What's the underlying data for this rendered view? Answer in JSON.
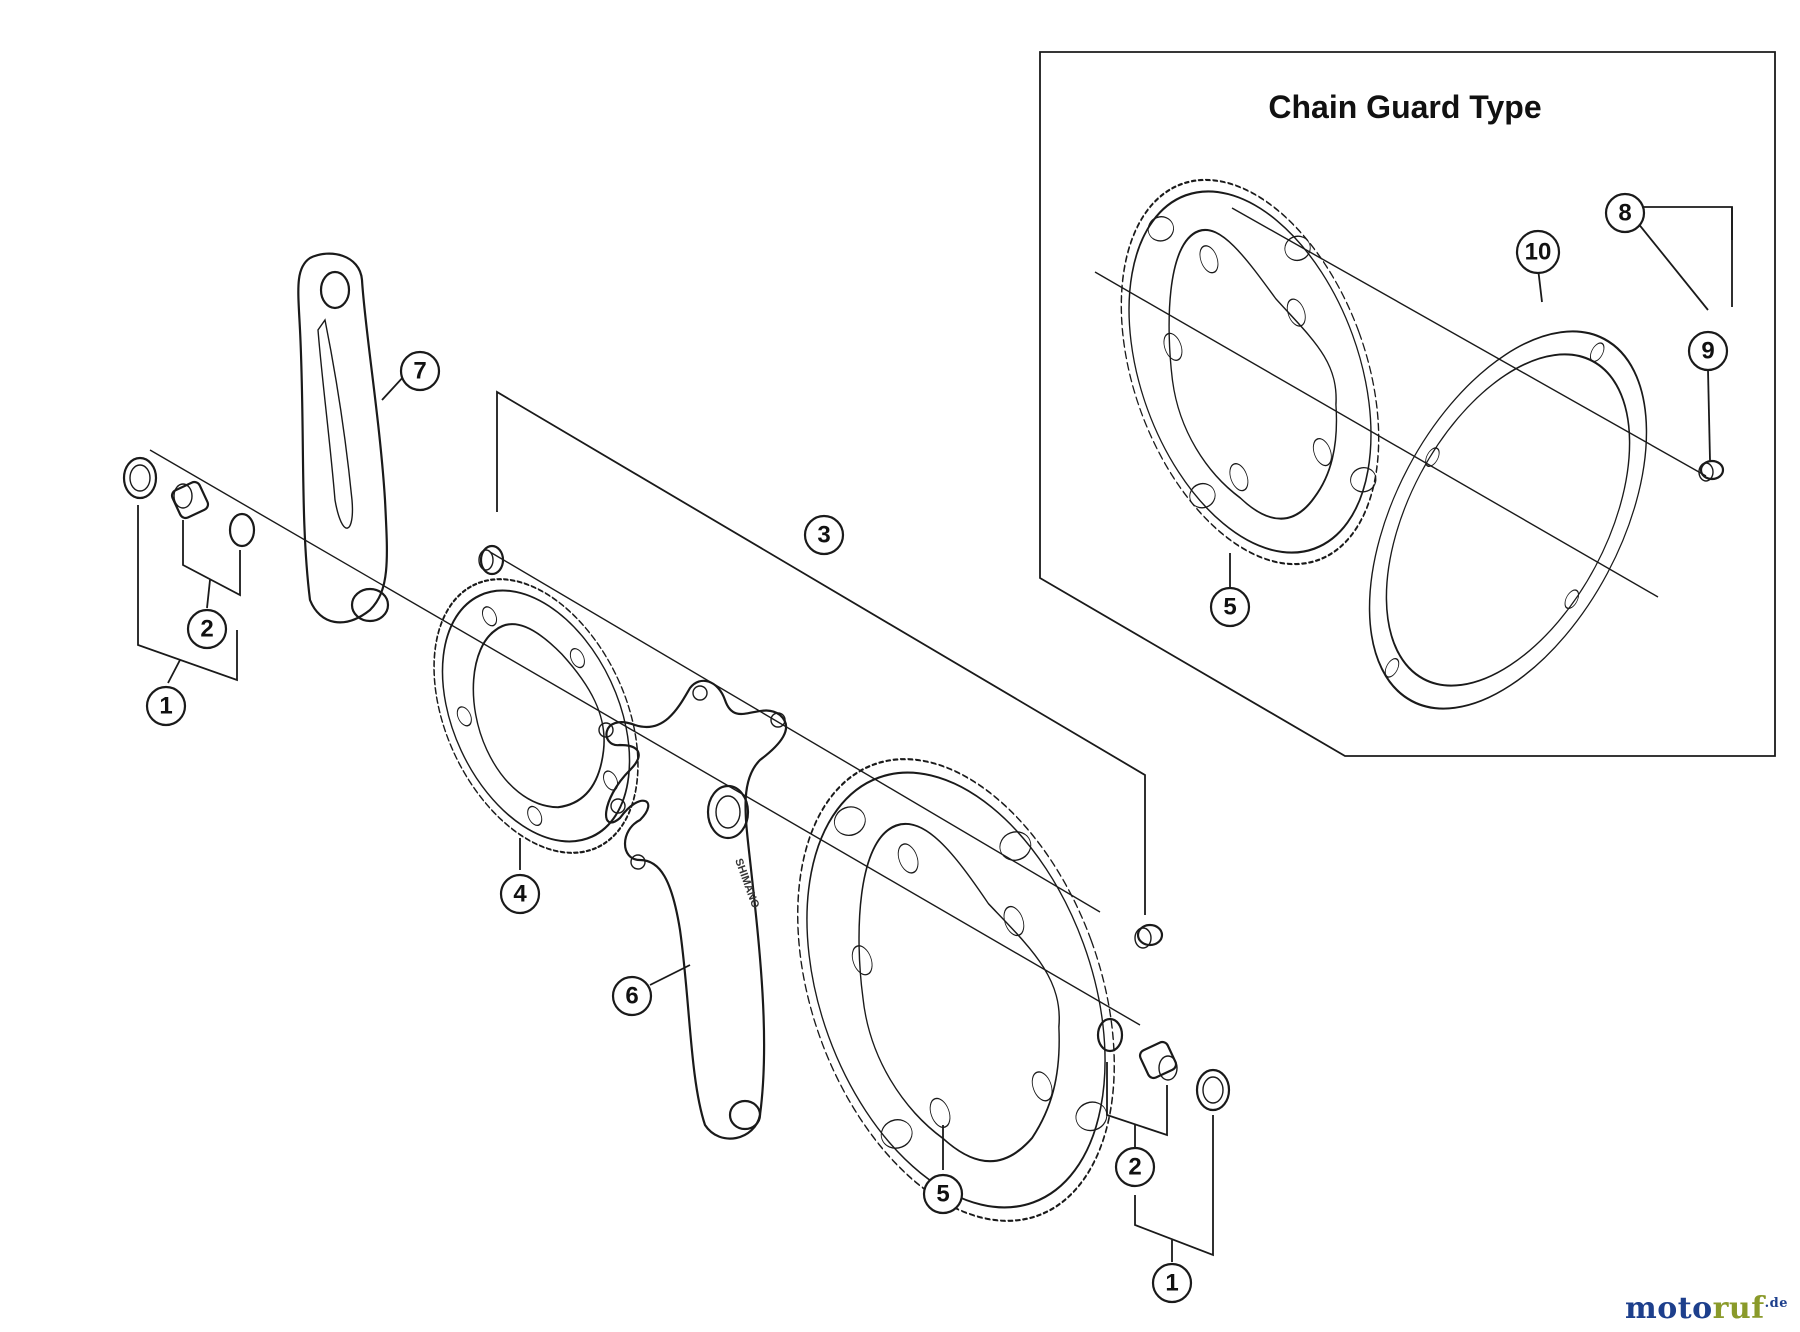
{
  "inset": {
    "title": "Chain Guard Type"
  },
  "callouts": {
    "crank_bolt_cap_left": "1",
    "bolt_set_left": "2",
    "chainring_bolt_set": "3",
    "inner_chainring": "4",
    "outer_chainring_main": "5",
    "right_crank_arm": "6",
    "left_crank_arm": "7",
    "chain_guard_set": "8",
    "chain_guard_bolt": "9",
    "chain_guard": "10",
    "outer_chainring_inset": "5",
    "bolt_set_right": "2",
    "crank_bolt_cap_right": "1"
  },
  "crank_branding": "SHIMANO",
  "watermark": {
    "part1": "moto",
    "part2": "ruf",
    "suffix": ".de"
  }
}
